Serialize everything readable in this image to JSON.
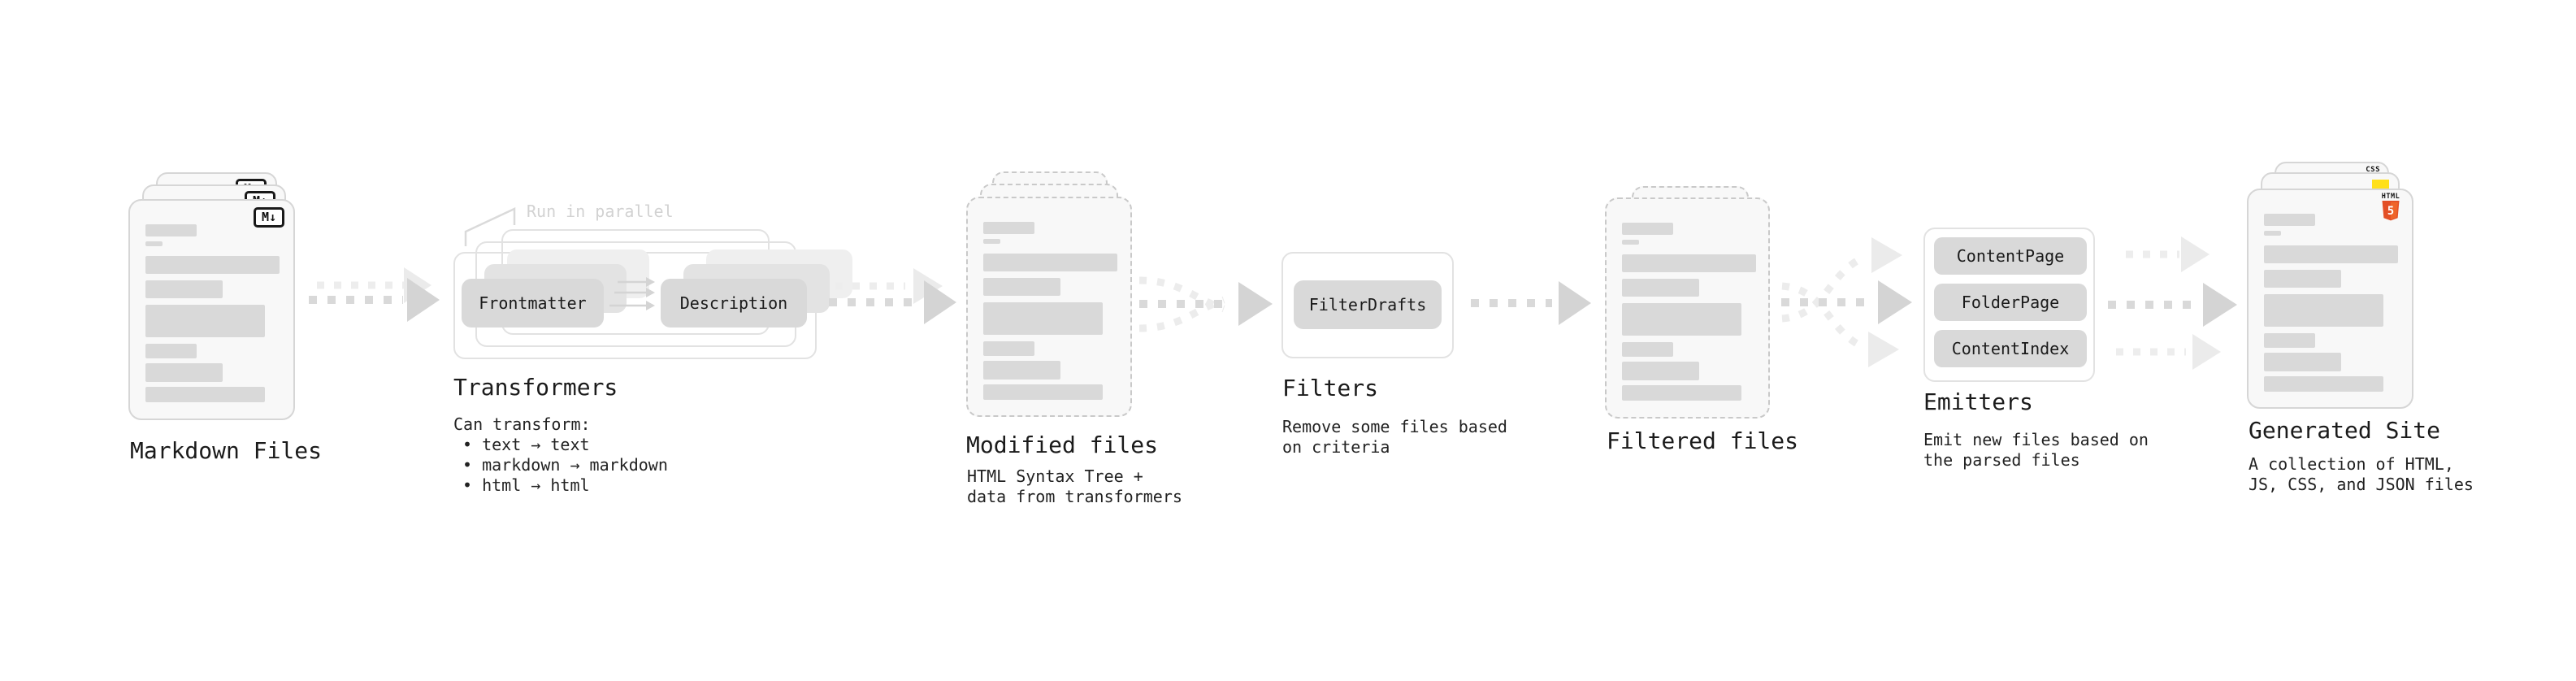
{
  "diagram": {
    "markdown_files": {
      "title": "Markdown Files",
      "badge": "M↓"
    },
    "transformers": {
      "callout": "Run in parallel",
      "pill_frontmatter": "Frontmatter",
      "pill_description": "Description",
      "title": "Transformers",
      "lines": [
        "Can transform:",
        "• text → text",
        "• markdown → markdown",
        "• html → html"
      ]
    },
    "modified_files": {
      "title": "Modified files",
      "lines": [
        "HTML Syntax Tree +",
        "data from transformers"
      ]
    },
    "filters": {
      "pill": "FilterDrafts",
      "title": "Filters",
      "lines": [
        "Remove some files based",
        "on criteria"
      ]
    },
    "filtered_files": {
      "title": "Filtered files"
    },
    "emitters": {
      "pills": [
        "ContentPage",
        "FolderPage",
        "ContentIndex"
      ],
      "title": "Emitters",
      "lines": [
        "Emit new files based on",
        "the parsed files"
      ]
    },
    "generated_site": {
      "title": "Generated Site",
      "badge_css": "CSS",
      "badge_html": "HTML",
      "html5_number": "5",
      "lines": [
        "A collection of HTML,",
        "JS, CSS, and JSON files"
      ]
    },
    "colors": {
      "html5_orange": "#e34f26",
      "js_yellow": "#ffe01a",
      "css_blue": "#2b66e3"
    }
  }
}
